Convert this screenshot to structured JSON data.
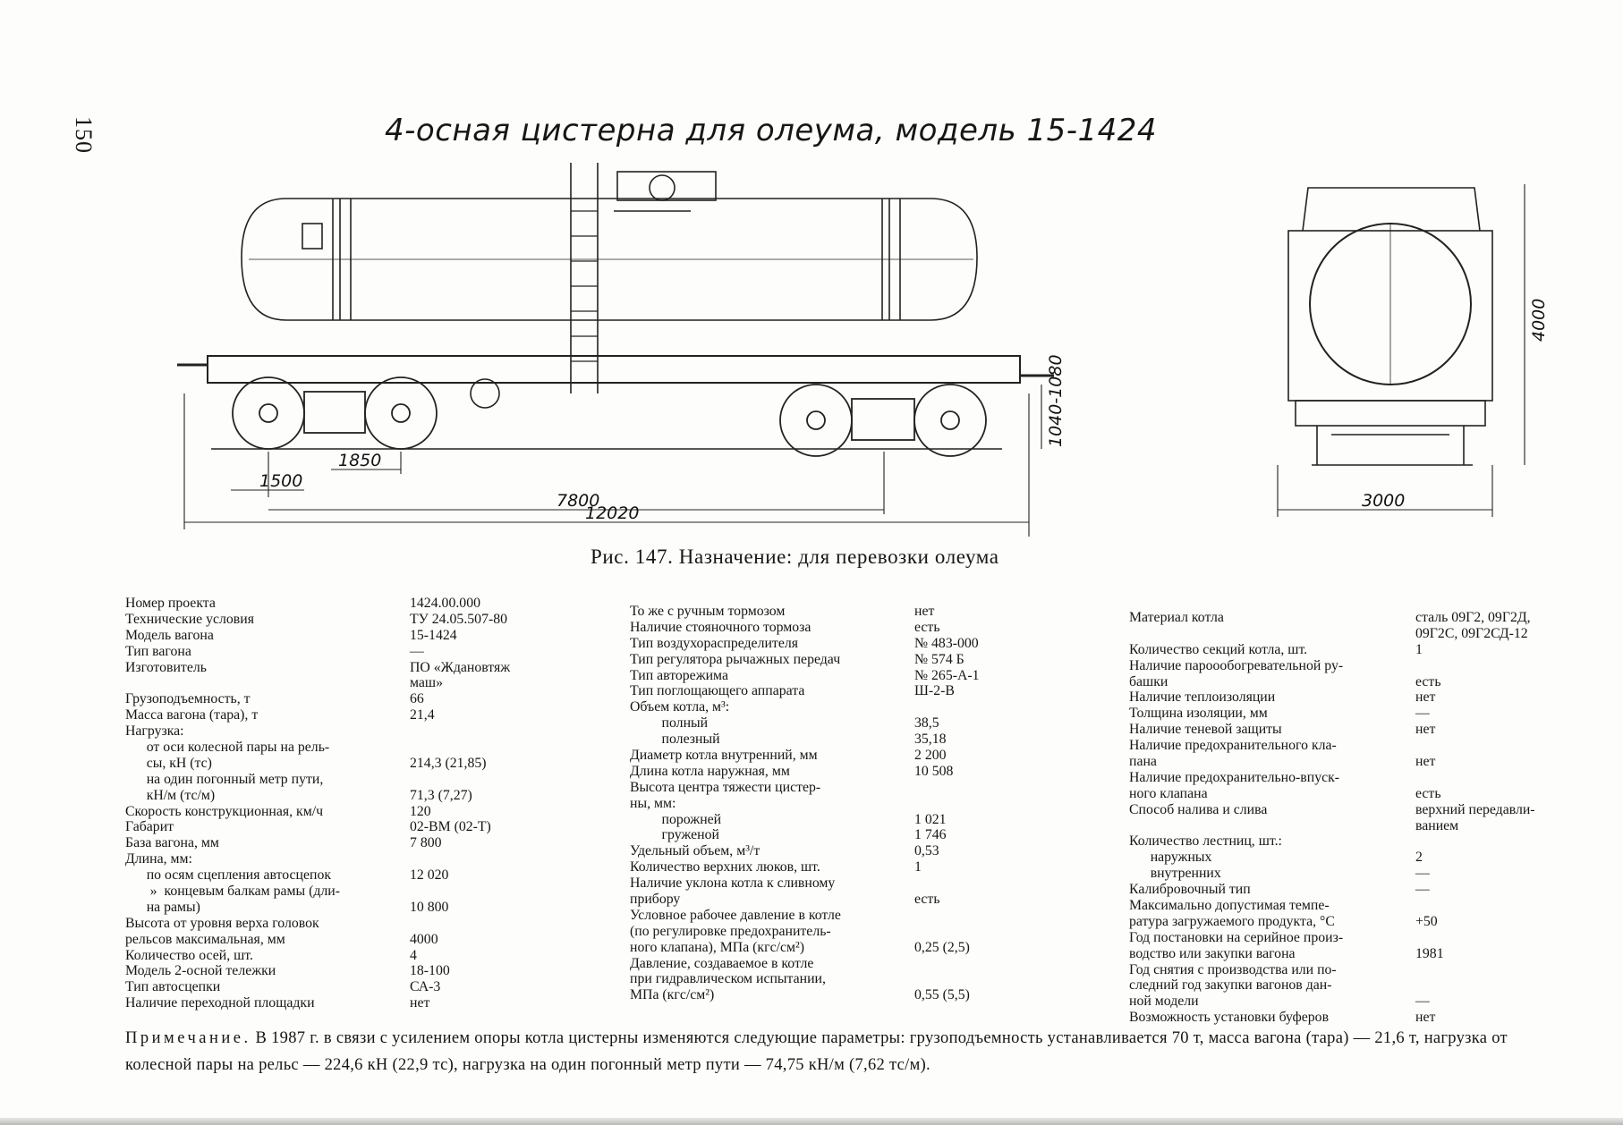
{
  "page_number": "150",
  "heading": "4-осная цистерна для олеума, модель 15-1424",
  "caption": "Рис. 147. Назначение: для перевозки олеума",
  "dimensions": {
    "d1850": "1850",
    "d1500": "1500",
    "d7800": "7800",
    "d12020": "12020",
    "d1040_1080": "1040-1080",
    "d3000": "3000",
    "d4000": "4000"
  },
  "col1": [
    {
      "l": "Номер проекта",
      "v": "1424.00.000"
    },
    {
      "l": "Технические условия",
      "v": "ТУ 24.05.507-80"
    },
    {
      "l": "Модель вагона",
      "v": "15-1424"
    },
    {
      "l": "Тип вагона",
      "v": "—"
    },
    {
      "l": "Изготовитель",
      "v": "ПО «Ждановтяж"
    },
    {
      "l": "",
      "v": "маш»"
    },
    {
      "l": "Грузоподъемность, т",
      "v": "66"
    },
    {
      "l": "Масса вагона (тара), т",
      "v": "21,4"
    },
    {
      "l": "Нагрузка:",
      "v": ""
    },
    {
      "l": "      от оси колесной пары на рель-",
      "v": ""
    },
    {
      "l": "      сы, кН (тс)",
      "v": "214,3 (21,85)"
    },
    {
      "l": "      на один погонный метр пути,",
      "v": ""
    },
    {
      "l": "      кН/м (тс/м)",
      "v": "71,3 (7,27)"
    },
    {
      "l": "Скорость конструкционная, км/ч",
      "v": "120"
    },
    {
      "l": "Габарит",
      "v": "02-ВМ (02-Т)"
    },
    {
      "l": "База вагона, мм",
      "v": "7 800"
    },
    {
      "l": "Длина, мм:",
      "v": ""
    },
    {
      "l": "      по осям сцепления автосцепок",
      "v": "12 020"
    },
    {
      "l": "       »  концевым балкам рамы (дли-",
      "v": ""
    },
    {
      "l": "      на рамы)",
      "v": "10 800"
    },
    {
      "l": "Высота от уровня верха головок",
      "v": ""
    },
    {
      "l": "рельсов максимальная, мм",
      "v": "4000"
    },
    {
      "l": "Количество осей, шт.",
      "v": "4"
    },
    {
      "l": "Модель 2-осной тележки",
      "v": "18-100"
    },
    {
      "l": "Тип автосцепки",
      "v": "СА-3"
    },
    {
      "l": "Наличие переходной площадки",
      "v": "нет"
    }
  ],
  "col2": [
    {
      "l": "То же с ручным тормозом",
      "v": "нет"
    },
    {
      "l": "Наличие стояночного тормоза",
      "v": "есть"
    },
    {
      "l": "Тип воздухораспределителя",
      "v": "№ 483-000"
    },
    {
      "l": "Тип регулятора рычажных передач",
      "v": "№ 574 Б"
    },
    {
      "l": "Тип авторежима",
      "v": "№ 265-А-1"
    },
    {
      "l": "Тип поглощающего аппарата",
      "v": "Ш-2-В"
    },
    {
      "l": "Объем котла, м³:",
      "v": ""
    },
    {
      "l": "         полный",
      "v": "38,5"
    },
    {
      "l": "         полезный",
      "v": "35,18"
    },
    {
      "l": "Диаметр котла внутренний, мм",
      "v": "2 200"
    },
    {
      "l": "Длина котла наружная, мм",
      "v": "10 508"
    },
    {
      "l": "Высота центра тяжести цистер-",
      "v": ""
    },
    {
      "l": "ны, мм:",
      "v": ""
    },
    {
      "l": "         порожней",
      "v": "1 021"
    },
    {
      "l": "         груженой",
      "v": "1 746"
    },
    {
      "l": "Удельный объем, м³/т",
      "v": "0,53"
    },
    {
      "l": "Количество верхних люков, шт.",
      "v": "1"
    },
    {
      "l": "Наличие уклона котла к сливному",
      "v": ""
    },
    {
      "l": "прибору",
      "v": "есть"
    },
    {
      "l": "Условное рабочее давление в котле",
      "v": ""
    },
    {
      "l": "(по регулировке предохранитель-",
      "v": ""
    },
    {
      "l": "ного клапана), МПа (кгс/см²)",
      "v": "0,25 (2,5)"
    },
    {
      "l": "Давление, создаваемое в котле",
      "v": ""
    },
    {
      "l": "при гидравлическом испытании,",
      "v": ""
    },
    {
      "l": "МПа (кгс/см²)",
      "v": "0,55 (5,5)"
    }
  ],
  "col3": [
    {
      "l": "Материал котла",
      "v": "сталь 09Г2, 09Г2Д,"
    },
    {
      "l": "",
      "v": "09Г2С, 09Г2СД-12"
    },
    {
      "l": "Количество секций котла, шт.",
      "v": "1"
    },
    {
      "l": "Наличие пароообогревательной ру-",
      "v": ""
    },
    {
      "l": "башки",
      "v": "есть"
    },
    {
      "l": "Наличие теплоизоляции",
      "v": "нет"
    },
    {
      "l": "Толщина изоляции, мм",
      "v": "—"
    },
    {
      "l": "Наличие теневой защиты",
      "v": "нет"
    },
    {
      "l": "Наличие предохранительного кла-",
      "v": ""
    },
    {
      "l": "пана",
      "v": "нет"
    },
    {
      "l": "Наличие предохранительно-впуск-",
      "v": ""
    },
    {
      "l": "ного клапана",
      "v": "есть"
    },
    {
      "l": "Способ налива и слива",
      "v": "верхний передавли-"
    },
    {
      "l": "",
      "v": "ванием"
    },
    {
      "l": "Количество лестниц, шт.:",
      "v": ""
    },
    {
      "l": "      наружных",
      "v": "2"
    },
    {
      "l": "      внутренних",
      "v": "—"
    },
    {
      "l": "Калибровочный тип",
      "v": "—"
    },
    {
      "l": "Максимально допустимая темпе-",
      "v": ""
    },
    {
      "l": "ратура загружаемого продукта, °С",
      "v": "+50"
    },
    {
      "l": "Год постановки на серийное произ-",
      "v": ""
    },
    {
      "l": "водство или закупки вагона",
      "v": "1981"
    },
    {
      "l": "Год снятия с производства или по-",
      "v": ""
    },
    {
      "l": "следний год закупки вагонов дан-",
      "v": ""
    },
    {
      "l": "ной модели",
      "v": "—"
    },
    {
      "l": "Возможность установки буферов",
      "v": "нет"
    }
  ],
  "note": {
    "lead": "Примечание.",
    "text": " В 1987 г. в связи с усилением опоры котла цистерны изменяются следующие параметры: грузоподъемность устанавливается 70 т, масса вагона (тара) — 21,6 т, нагрузка от колесной пары на рельс — 224,6 кН (22,9 тс), нагрузка на один погонный метр пути — 74,75 кН/м (7,62 тс/м)."
  }
}
